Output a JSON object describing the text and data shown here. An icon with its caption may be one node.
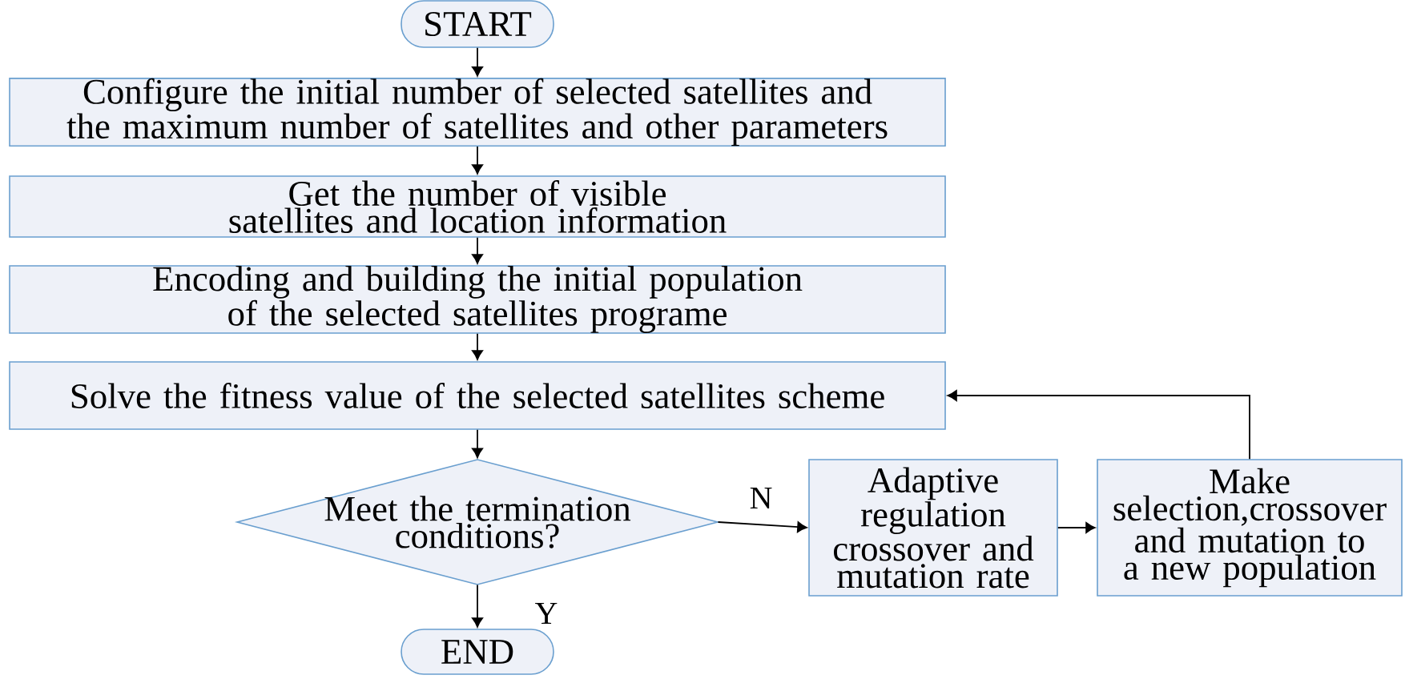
{
  "diagram": {
    "nodes": [
      {
        "text": [
          "START"
        ]
      },
      {
        "text": [
          "Configure the initial number of selected satellites and the maximum number of satellites and other parameters"
        ]
      },
      {
        "text": [
          "Get the number of visible satellites and location information"
        ]
      },
      {
        "text": [
          "Encoding and building the initial population of the selected satellites programe"
        ]
      },
      {
        "text": [
          "Solve the fitness value of the selected satellites scheme"
        ]
      },
      {
        "text": [
          "Meet the termination conditions?"
        ]
      },
      {
        "text": [
          "END"
        ]
      },
      {
        "text": [
          "Adaptive regulation crossover and mutation rate"
        ]
      },
      {
        "text": [
          "Make selection,crossover and mutation to a new population"
        ]
      }
    ],
    "edges": [
      {
        "from": 0,
        "to": 1,
        "arrow": "to"
      },
      {
        "from": 1,
        "to": 2,
        "arrow": "to"
      },
      {
        "from": 2,
        "to": 3,
        "arrow": "to"
      },
      {
        "from": 3,
        "to": 4,
        "arrow": "to"
      },
      {
        "from": 4,
        "to": 5,
        "arrow": "to"
      },
      {
        "from": 5,
        "to": 6,
        "arrow": "to",
        "label": "Y"
      },
      {
        "from": 5,
        "to": 7,
        "arrow": "to",
        "label": "N"
      },
      {
        "from": 7,
        "to": 8,
        "arrow": "to"
      },
      {
        "from": 8,
        "to": 4,
        "arrow": "to"
      }
    ]
  }
}
